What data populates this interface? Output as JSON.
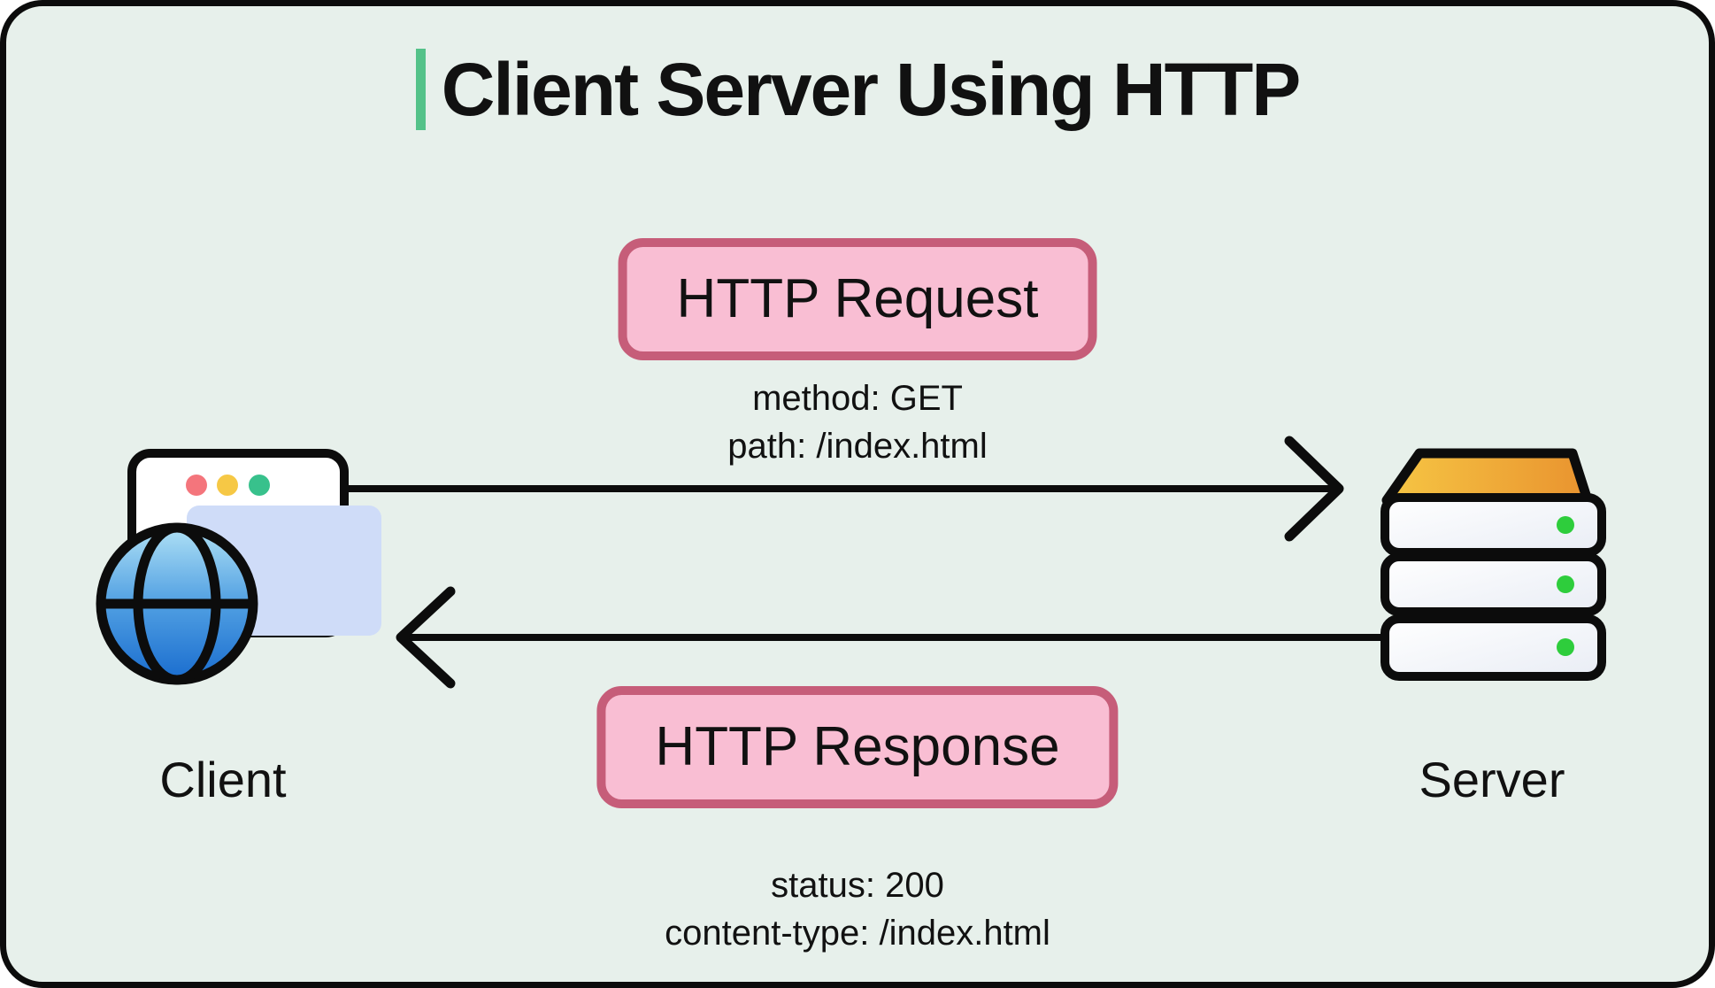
{
  "title": {
    "text": "Client Server Using HTTP"
  },
  "diagram": {
    "request": {
      "label": "HTTP Request",
      "line1": "method: GET",
      "line2": "path: /index.html"
    },
    "response": {
      "label": "HTTP Response",
      "line1": "status: 200",
      "line2": "content-type: /index.html"
    },
    "client": {
      "label": "Client"
    },
    "server": {
      "label": "Server"
    }
  },
  "icons": {
    "client": "browser-window-globe-icon",
    "server": "server-stack-icon",
    "request_arrow": "arrow-right-icon",
    "response_arrow": "arrow-left-icon",
    "title_accent": "vertical-bar-accent"
  },
  "colors": {
    "canvas_bg": "#e7f0eb",
    "outline": "#0c0c0c",
    "accent_green": "#54c289",
    "pill_bg": "#f9bed3",
    "pill_border": "#c65d79",
    "browser_dot_red": "#f4757c",
    "browser_dot_yellow": "#f6c845",
    "browser_dot_green": "#38c18c",
    "browser_content": "#cfdcf8",
    "globe_top": "#aee0f5",
    "globe_mid": "#509fe2",
    "globe_bottom": "#1a6dcf",
    "server_top_left": "#f6c644",
    "server_top_right": "#e9932f",
    "server_panel_light": "#ffffff",
    "server_panel_shade": "#e9edf5",
    "server_led_green": "#2ecd3c"
  }
}
